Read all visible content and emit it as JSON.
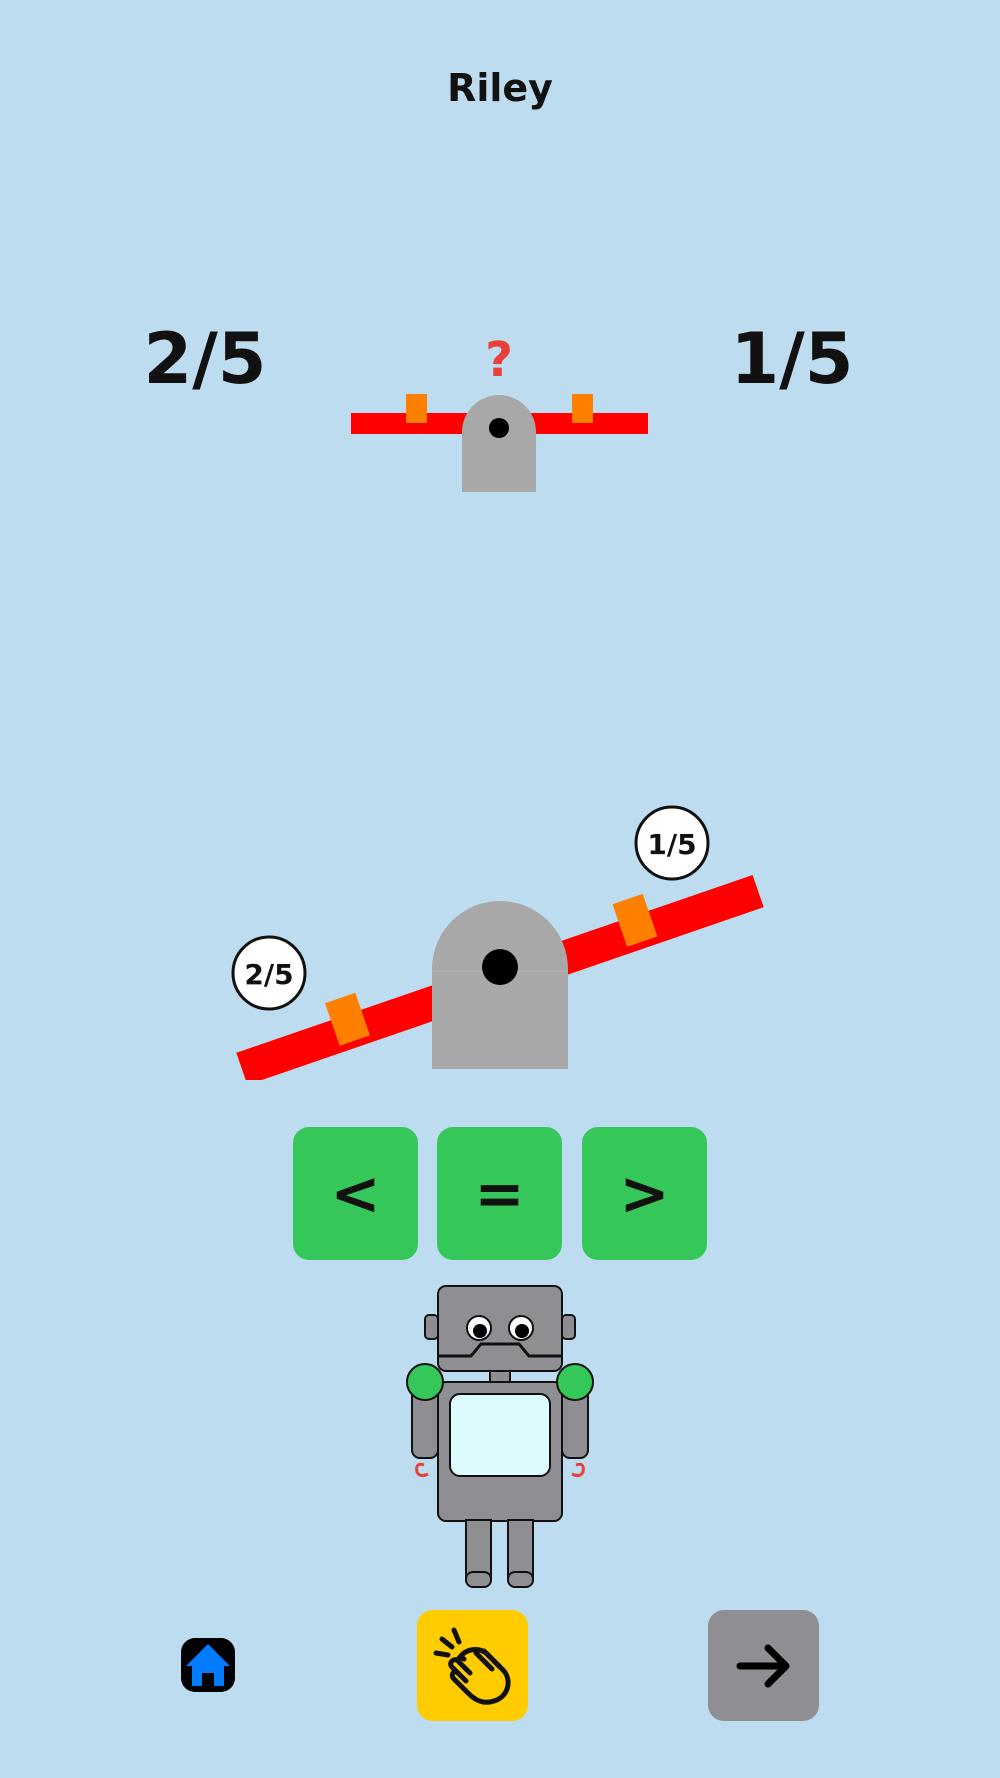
{
  "header": {
    "player_name": "Riley"
  },
  "comparison": {
    "left_fraction": "2/5",
    "right_fraction": "1/5",
    "unknown_symbol": "?"
  },
  "seesaw": {
    "left_label": "2/5",
    "right_label": "1/5"
  },
  "answers": {
    "less_than": "<",
    "equal": "=",
    "greater_than": ">"
  },
  "nav": {
    "home_icon": "home-icon",
    "clap_icon": "clapping-hands-icon",
    "next_icon": "arrow-right-icon"
  },
  "colors": {
    "background": "#bedcf0",
    "beam": "#ff0000",
    "weight": "#ff8000",
    "pivot": "#a8a8a8",
    "answer_button": "#36c75a",
    "clap_button": "#ffcc00",
    "next_button": "#8e8e93",
    "question_mark": "#e8413a"
  }
}
